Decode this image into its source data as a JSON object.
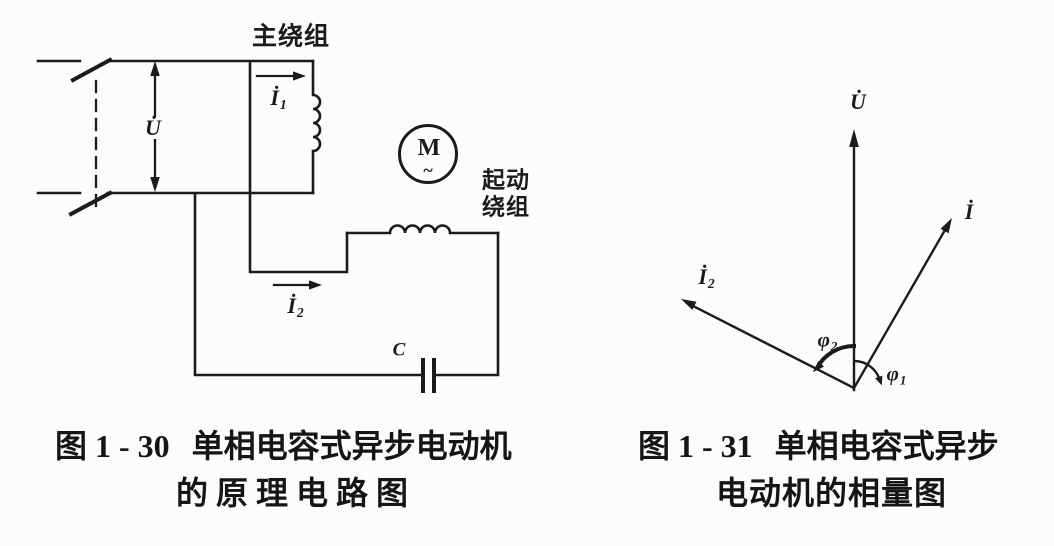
{
  "colors": {
    "ink": "#1b1b1b",
    "paper": "#fcfcfa"
  },
  "circuit": {
    "main_winding_label": "主绕组",
    "start_winding_label_line1": "起动",
    "start_winding_label_line2": "绕组",
    "voltage": {
      "base": "U̇"
    },
    "current_main": {
      "base": "İ",
      "sub": "1"
    },
    "current_start": {
      "base": "İ",
      "sub": "2"
    },
    "capacitor_label": "C",
    "motor": {
      "letter": "M",
      "tilde": "~"
    },
    "caption": {
      "number": "图 1 - 30",
      "line1": "单相电容式异步电动机",
      "line2": "的原理电路图"
    }
  },
  "phasor": {
    "voltage": {
      "base": "U̇"
    },
    "current_total": {
      "base": "İ"
    },
    "current_start": {
      "base": "İ",
      "sub": "2"
    },
    "angle_phi2": {
      "base": "φ",
      "sub": "2"
    },
    "angle_phi1": {
      "base": "φ",
      "sub": "1"
    }
  },
  "caption_right": {
    "number": "图 1 - 31",
    "line1": "单相电容式异步",
    "line2": "电动机的相量图"
  }
}
